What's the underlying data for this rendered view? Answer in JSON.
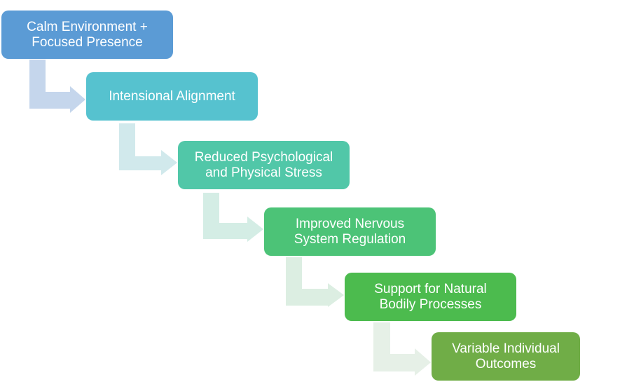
{
  "diagram": {
    "type": "step-down process flow",
    "steps": [
      {
        "label": "Calm Environment +\nFocused Presence",
        "color": "#5B9BD5"
      },
      {
        "label": "Intensional Alignment",
        "color": "#56C2CF"
      },
      {
        "label": "Reduced Psychological\nand Physical Stress",
        "color": "#51C7A8"
      },
      {
        "label": "Improved Nervous\nSystem Regulation",
        "color": "#4CC377"
      },
      {
        "label": "Support for Natural\nBodily Processes",
        "color": "#4CBB4E"
      },
      {
        "label": "Variable Individual\nOutcomes",
        "color": "#70AD47"
      }
    ],
    "connectors": [
      {
        "from": 0,
        "to": 1,
        "color": "#C5D6EC"
      },
      {
        "from": 1,
        "to": 2,
        "color": "#D1E9EC"
      },
      {
        "from": 2,
        "to": 3,
        "color": "#D4EDE5"
      },
      {
        "from": 3,
        "to": 4,
        "color": "#DCEEE2"
      },
      {
        "from": 4,
        "to": 5,
        "color": "#E6F0E7"
      }
    ]
  }
}
